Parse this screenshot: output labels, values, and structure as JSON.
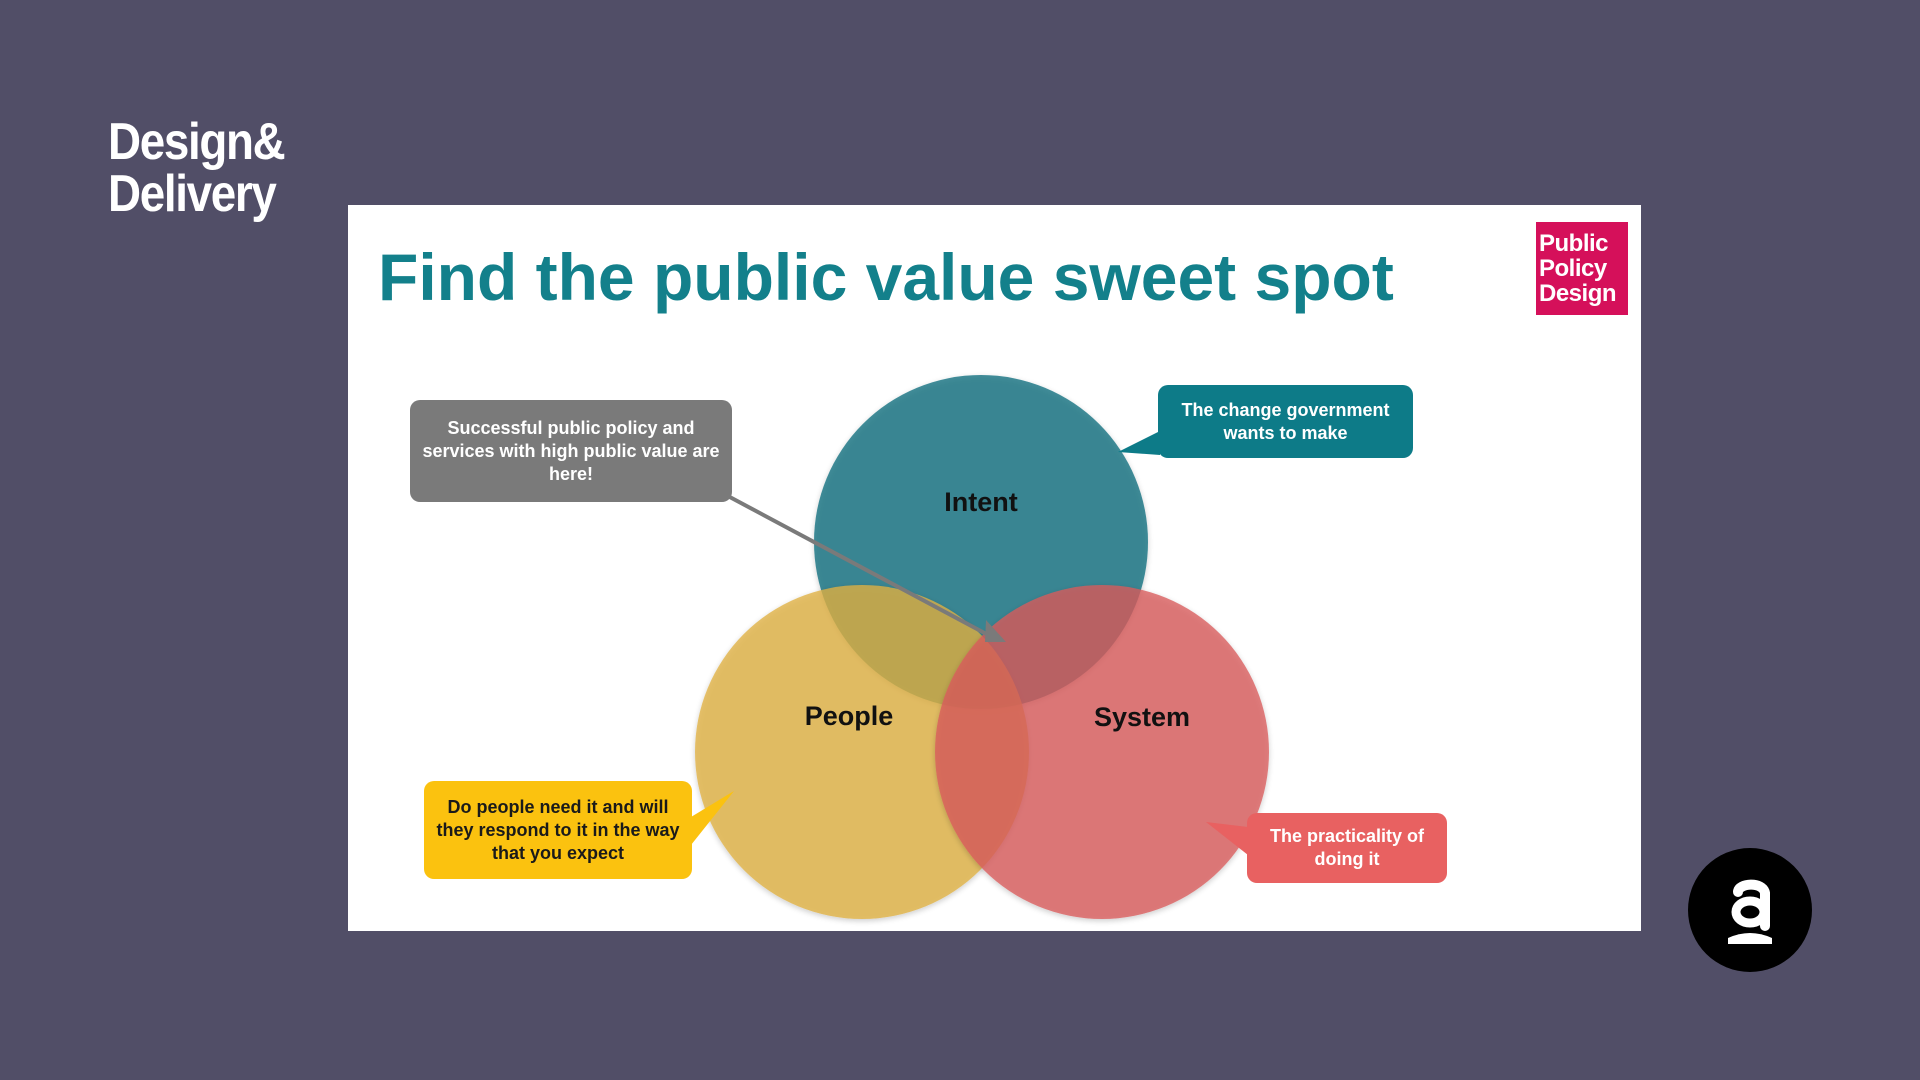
{
  "brand": {
    "line1": "Design&",
    "line2": "Delivery"
  },
  "slide": {
    "title": "Find the public value sweet spot",
    "logo": {
      "line1": "Public",
      "line2": "Policy",
      "line3": "Design",
      "color": "#d5105a"
    }
  },
  "diagram": {
    "circles": [
      {
        "label": "Intent",
        "color": "#0b6e7d"
      },
      {
        "label": "People",
        "color": "#dfb143"
      },
      {
        "label": "System",
        "color": "#d85c5c"
      }
    ],
    "callouts": {
      "sweet_spot": "Successful public policy and services with high public value are here!",
      "intent": "The change government wants to make",
      "people": "Do people need it and will they respond to it in the way that you expect",
      "system": "The practicality of doing it"
    }
  },
  "colors": {
    "background": "#514e67",
    "title": "#13808b",
    "teal": "#0d7b88",
    "yellow": "#fbc20f",
    "red": "#e86161",
    "gray": "#7a7a7a"
  },
  "icons": {
    "corner_logo": "a-logo-icon"
  }
}
